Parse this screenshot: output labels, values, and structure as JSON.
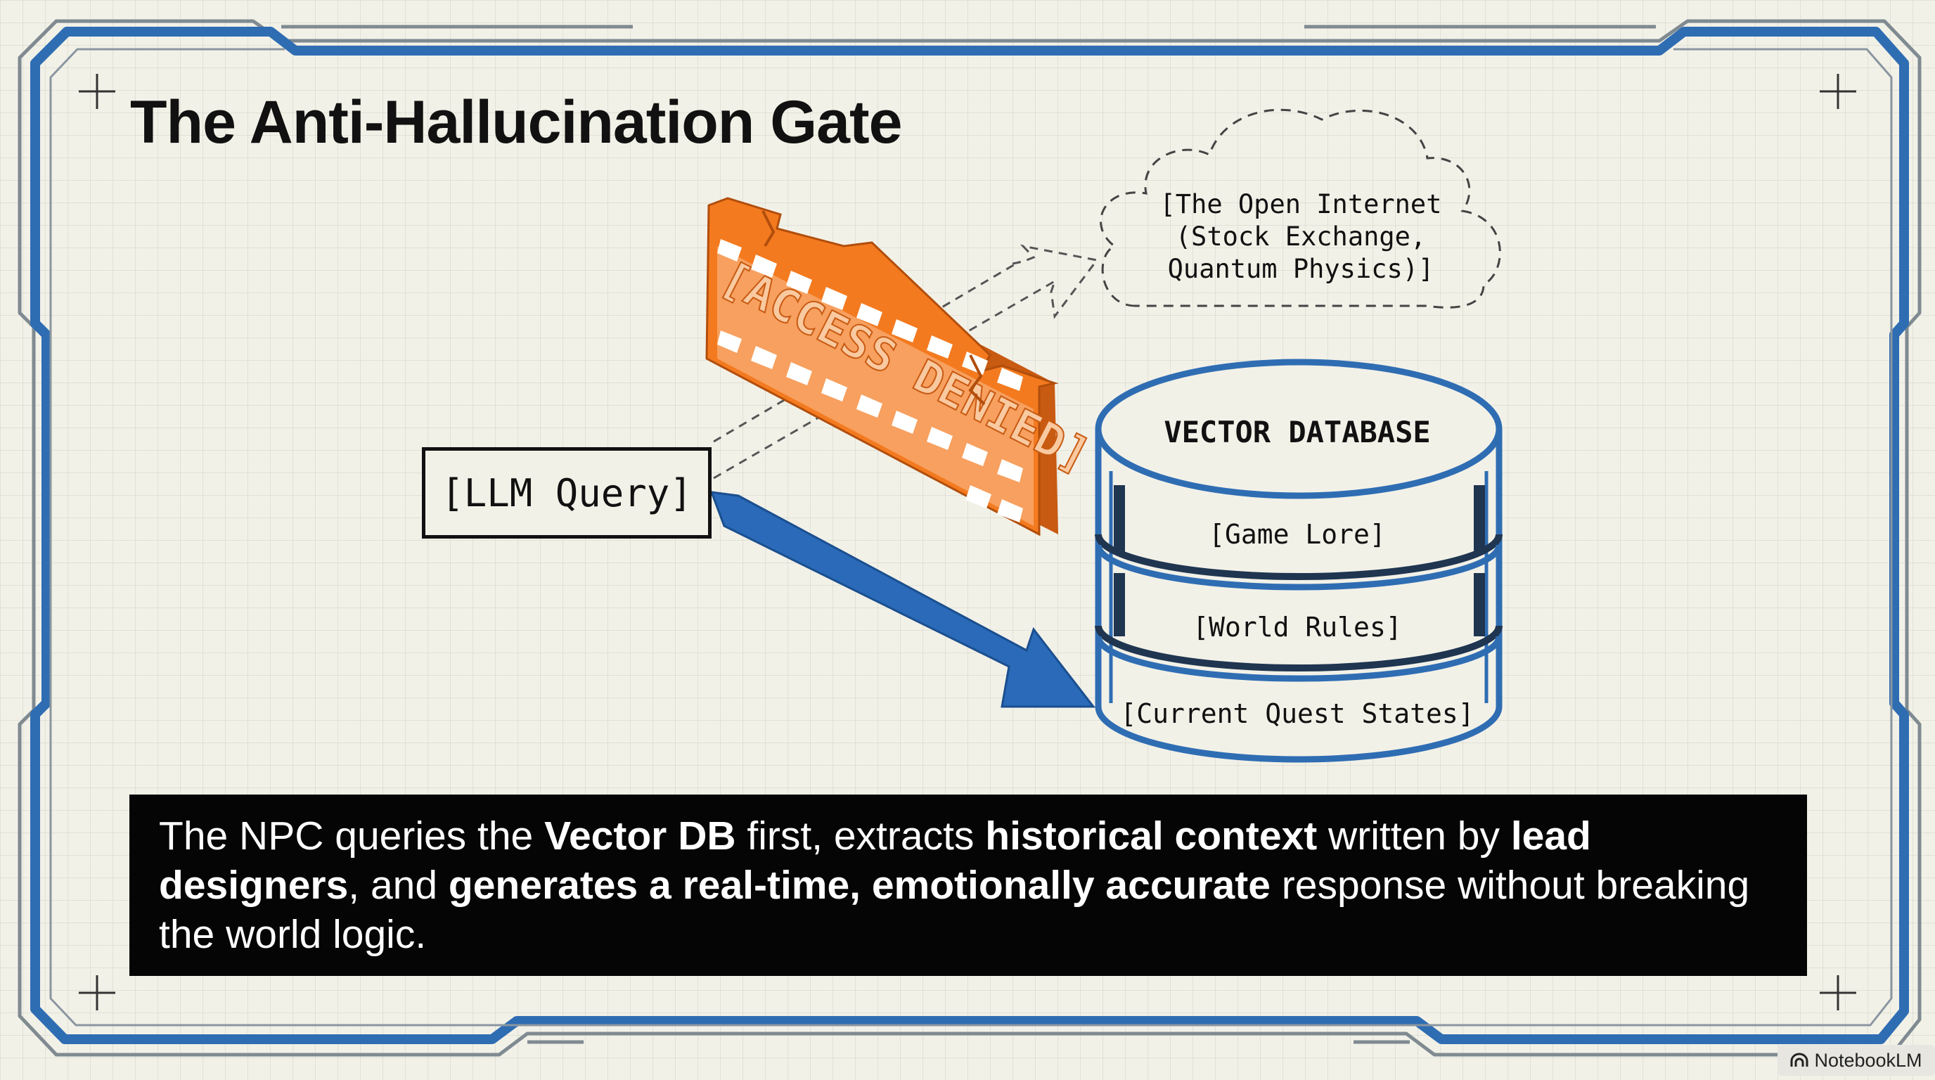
{
  "title": "The Anti-Hallucination Gate",
  "query_box": {
    "label": "[LLM Query]"
  },
  "stamp": {
    "text": "[ACCESS DENIED]"
  },
  "cloud": {
    "lines": [
      "[The Open Internet",
      "(Stock Exchange,",
      "Quantum Physics)]"
    ]
  },
  "database": {
    "title": "VECTOR DATABASE",
    "layers": [
      "[Game Lore]",
      "[World Rules]",
      "[Current Quest States]"
    ]
  },
  "caption": {
    "t1": "The NPC queries the ",
    "b1": "Vector DB",
    "t2": " first, extracts ",
    "b2": "historical context",
    "t3": " written by ",
    "b3": "lead designers",
    "t4": ", and ",
    "b4": "generates a real-time, emotionally accurate",
    "t5": " response without breaking the world logic."
  },
  "watermark": {
    "label": "NotebookLM",
    "icon": "notebooklm-logo-icon"
  },
  "colors": {
    "frame_blue": "#2f6db3",
    "stamp_orange": "#f47a1f",
    "arrow_blue": "#2a6ab8",
    "text": "#111111",
    "caption_bg": "#050505"
  }
}
